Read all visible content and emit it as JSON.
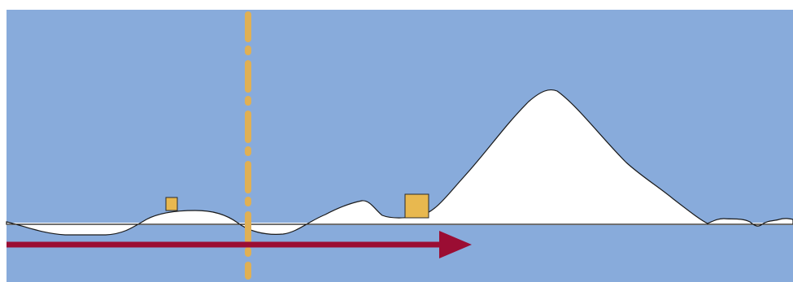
{
  "colors": {
    "page_background": "#ffffff",
    "sky": "#88abdb",
    "water": "#88abdb",
    "terrain_fill": "#ffffff",
    "terrain_outline": "#1a1a1a",
    "structure_fill": "#e8b84f",
    "structure_outline": "#2a2a2a",
    "divider_line": "#e0b054",
    "flow_arrow": "#9b0d33"
  },
  "legend_icons": {
    "divider": "dash-dot-vertical-line",
    "arrow": "right-arrow",
    "structure": "square-building"
  }
}
